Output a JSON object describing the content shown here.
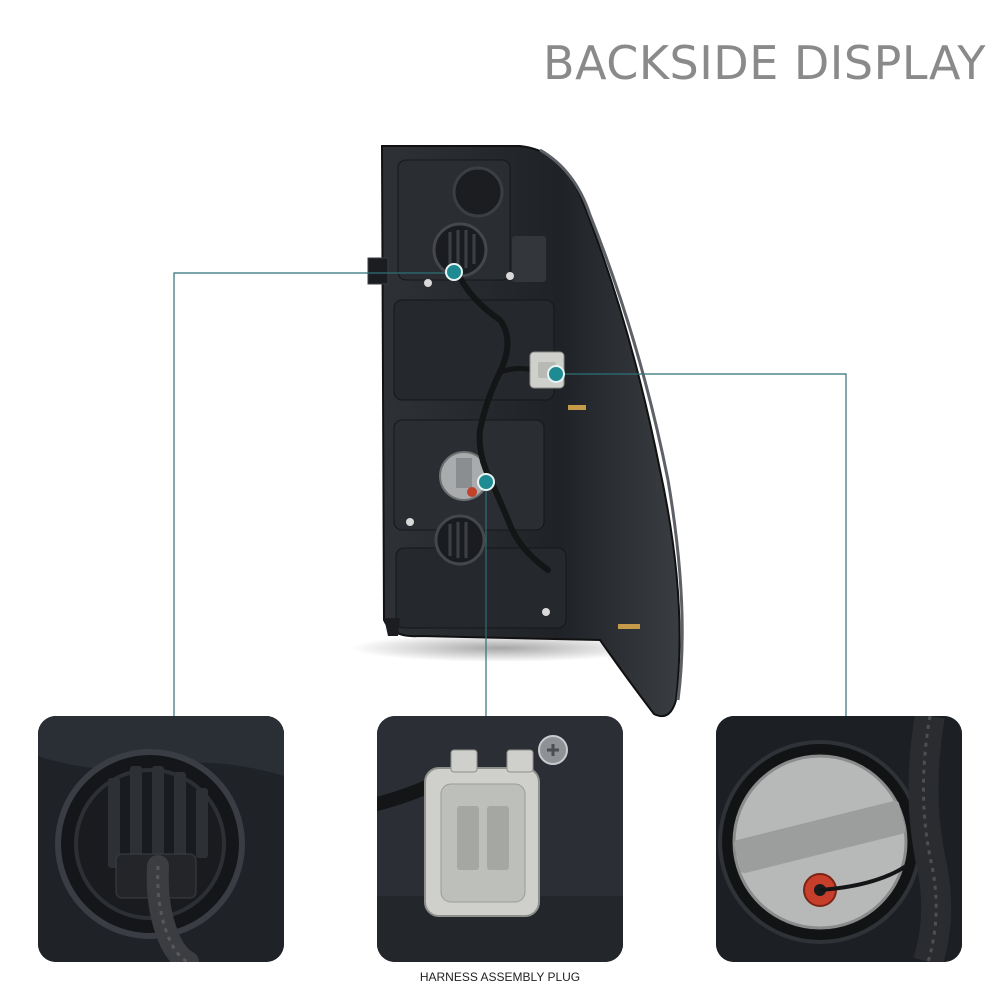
{
  "header": {
    "title": "BACKSIDE DISPLAY"
  },
  "callouts": [
    {
      "id": "left",
      "subject": "bulb-socket"
    },
    {
      "id": "middle",
      "subject": "harness-plug",
      "caption": "HARNESS ASSEMBLY PLUG"
    },
    {
      "id": "right",
      "subject": "bulb-base"
    }
  ],
  "colors": {
    "title": "#8a8a8a",
    "leader_line": "#2f6f78",
    "marker": "#1e8a91",
    "housing": "#26292e",
    "plug": "#cfd0cc"
  }
}
